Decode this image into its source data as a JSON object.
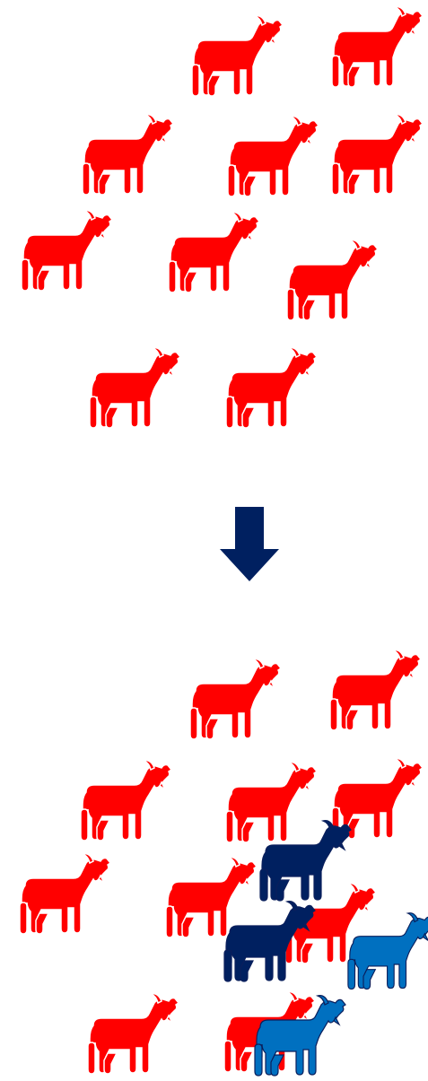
{
  "colors": {
    "red": "#ff0000",
    "navy": "#002060",
    "blue": "#0070c0",
    "arrow": "#002060",
    "background": "#ffffff"
  },
  "icon": "goat-icon",
  "top_herd": {
    "goats": [
      {
        "color": "red"
      },
      {
        "color": "red"
      },
      {
        "color": "red"
      },
      {
        "color": "red"
      },
      {
        "color": "red"
      },
      {
        "color": "red"
      },
      {
        "color": "red"
      },
      {
        "color": "red"
      },
      {
        "color": "red"
      },
      {
        "color": "red"
      }
    ]
  },
  "arrow": {
    "direction": "down",
    "icon": "down-arrow-icon"
  },
  "bottom_herd": {
    "goats": [
      {
        "color": "red"
      },
      {
        "color": "red"
      },
      {
        "color": "red"
      },
      {
        "color": "red"
      },
      {
        "color": "red"
      },
      {
        "color": "red"
      },
      {
        "color": "red"
      },
      {
        "color": "red"
      },
      {
        "color": "red"
      },
      {
        "color": "red"
      },
      {
        "color": "navy"
      },
      {
        "color": "navy"
      },
      {
        "color": "blue"
      },
      {
        "color": "blue"
      }
    ]
  }
}
